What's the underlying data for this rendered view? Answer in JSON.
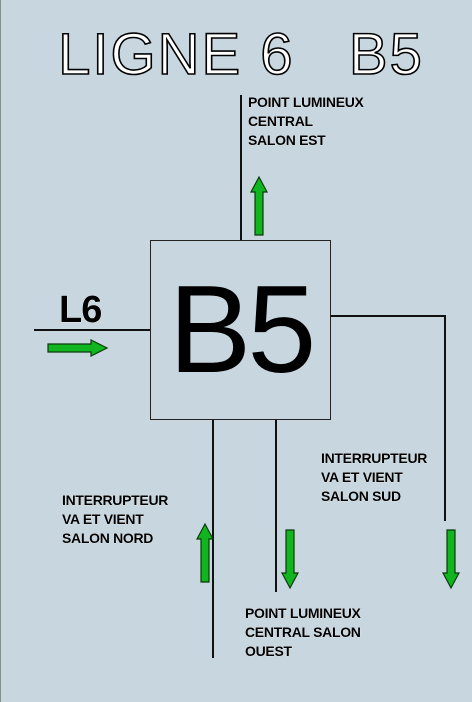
{
  "title": "LIGNE 6   B5",
  "box_label": "B5",
  "feed_label": "L6",
  "labels": {
    "top": [
      "POINT LUMINEUX",
      "CENTRAL",
      "SALON EST"
    ],
    "right": [
      "INTERRUPTEUR",
      "VA ET VIENT",
      "SALON SUD"
    ],
    "left": [
      "INTERRUPTEUR",
      "VA ET VIENT",
      "SALON NORD"
    ],
    "bottom": [
      "POINT LUMINEUX",
      "CENTRAL SALON",
      "OUEST"
    ]
  },
  "colors": {
    "background": "#c8d7df",
    "arrow_fill": "#10b520",
    "arrow_stroke": "#0a3a0a",
    "line": "#111111"
  }
}
